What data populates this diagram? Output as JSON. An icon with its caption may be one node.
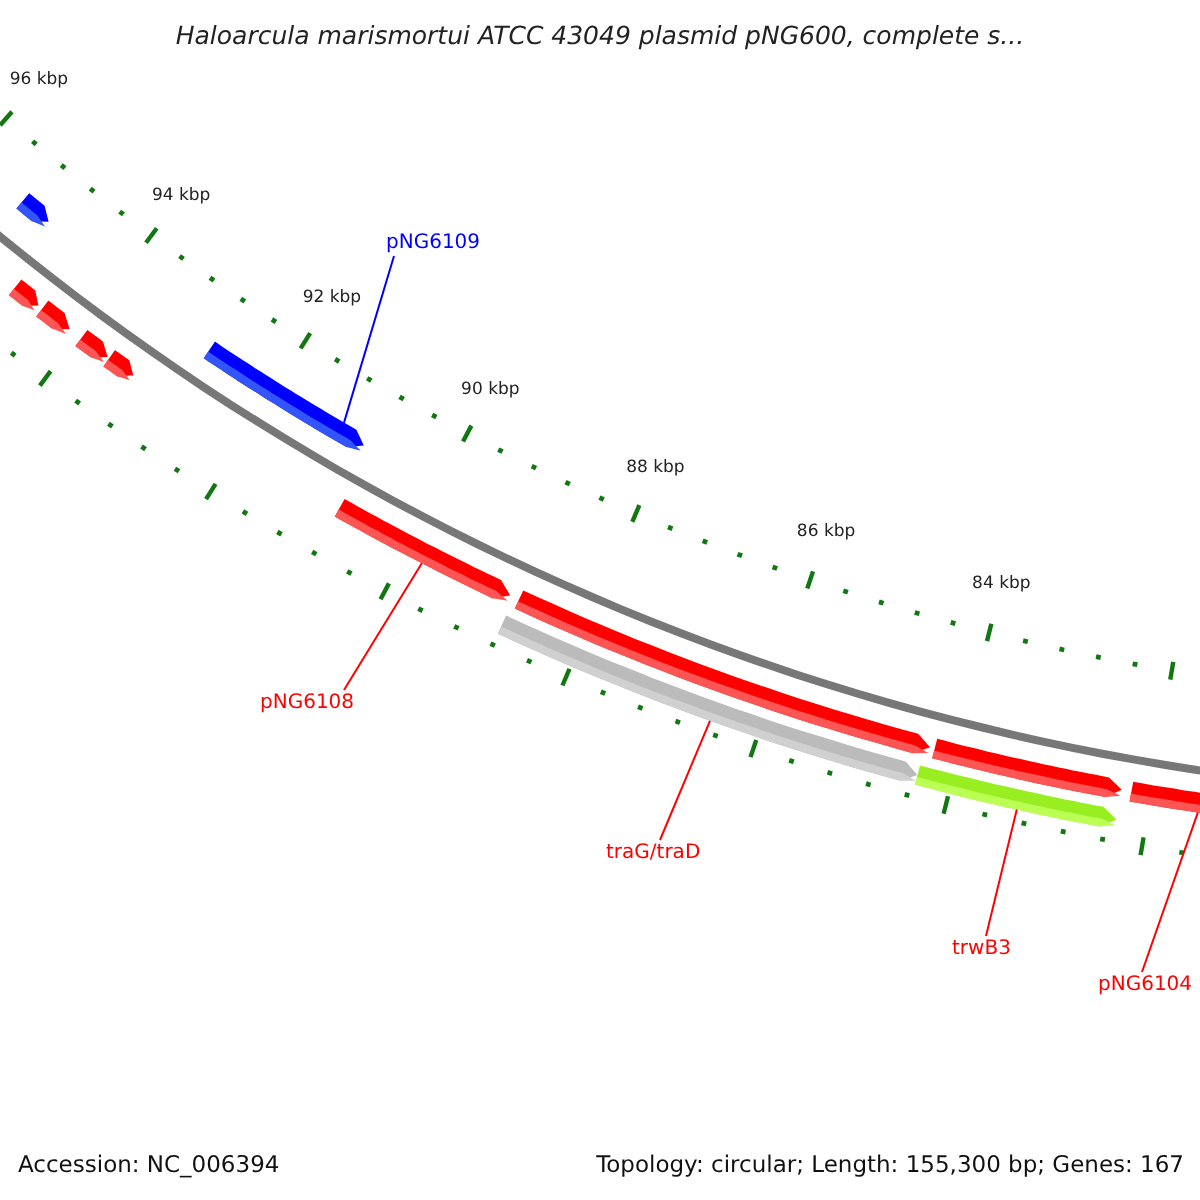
{
  "diagram": {
    "title": "Haloarcula marismortui ATCC 43049 plasmid pNG600, complete s...",
    "nodes": [
      {
        "text": [],
        "shape": "bar"
      },
      {
        "text": [],
        "shape": "bar"
      },
      {
        "text": [],
        "shape": "bar"
      },
      {
        "text": [],
        "shape": "bar"
      },
      {
        "text": [],
        "shape": "bar"
      },
      {
        "text": [
          "pNG6109"
        ]
      },
      {
        "text": [],
        "shape": "bar"
      },
      {
        "text": [],
        "shape": "bar"
      },
      {
        "text": [
          "pNG6108"
        ]
      },
      {
        "text": [],
        "shape": "bar"
      },
      {
        "text": [],
        "shape": "bar"
      },
      {
        "text": [
          "traG/traD"
        ]
      },
      {
        "text": [],
        "shape": "bar"
      },
      {
        "text": [],
        "shape": "bar"
      },
      {
        "text": [
          "trwB3"
        ]
      },
      {
        "text": [],
        "shape": "bar"
      },
      {
        "text": [
          "pNG6104"
        ]
      }
    ],
    "edges": [
      {
        "from": 5,
        "to": 6,
        "arrow": "none",
        "color": "#0000ff"
      },
      {
        "from": 8,
        "to": 7,
        "arrow": "none"
      },
      {
        "from": 11,
        "to": 10,
        "arrow": "none"
      },
      {
        "from": 14,
        "to": 13,
        "arrow": "none"
      },
      {
        "from": 16,
        "to": 15,
        "arrow": "none"
      }
    ],
    "labels": [
      "96 kbp",
      "94 kbp",
      "92 kbp",
      "90 kbp",
      "88 kbp",
      "86 kbp",
      "84 kbp",
      "Accession: NC_006394",
      "Topology: circular; Length: 155,300 bp; Genes: 167"
    ]
  }
}
